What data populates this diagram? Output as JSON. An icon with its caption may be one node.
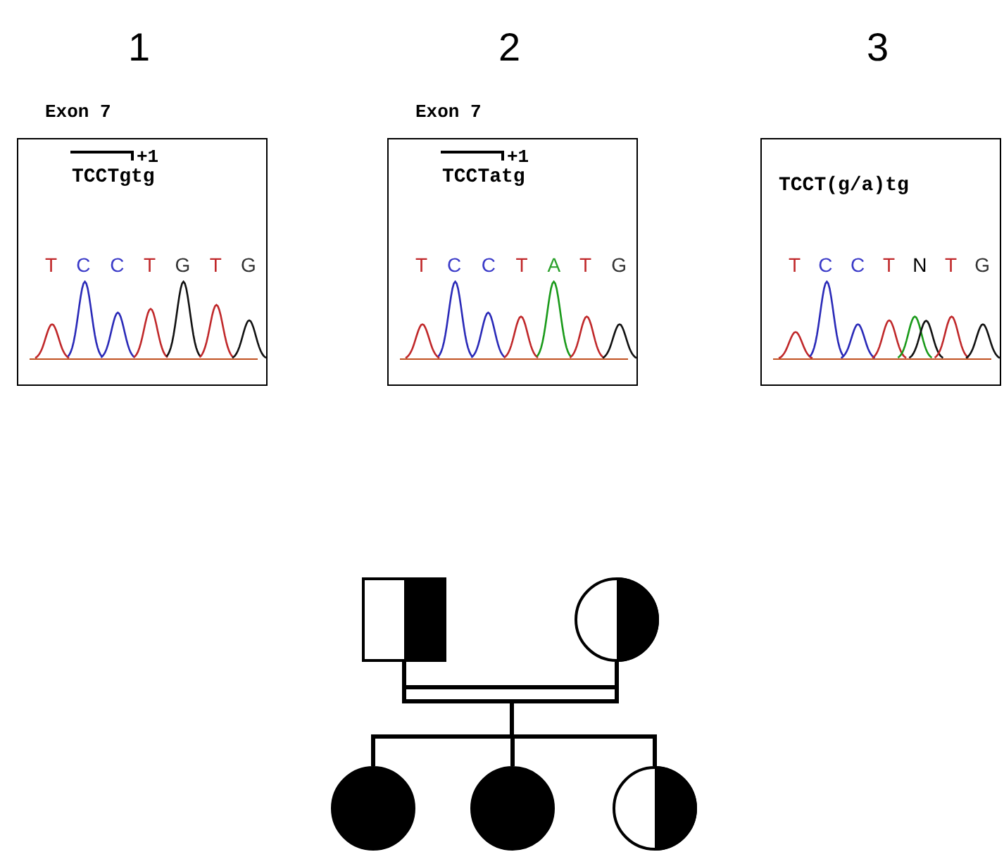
{
  "diagram": {
    "nodes": [
      {
        "text": [
          "+1",
          "TCCTgtg",
          "T C C T G T G"
        ],
        "beside": [
          "1",
          "Exon 7"
        ]
      },
      {
        "text": [
          "+1",
          "TCCTatg",
          "T C C T A T G"
        ],
        "beside": [
          "2",
          "Exon 7"
        ]
      },
      {
        "text": [
          "TCCT(g/a)tg",
          "T C C T N T G"
        ],
        "beside": [
          "3"
        ]
      },
      {
        "text": [],
        "shape": "box"
      },
      {
        "text": [],
        "shape": "circle"
      },
      {
        "text": [],
        "shape": "circle"
      },
      {
        "text": [],
        "shape": "circle"
      },
      {
        "text": [],
        "shape": "circle"
      }
    ],
    "edges": [
      {
        "from": 3,
        "to": 4,
        "arrow": "none"
      },
      {
        "from": 3,
        "to": 5,
        "arrow": "none"
      },
      {
        "from": 3,
        "to": 6,
        "arrow": "none"
      },
      {
        "from": 3,
        "to": 7,
        "arrow": "none"
      }
    ]
  }
}
